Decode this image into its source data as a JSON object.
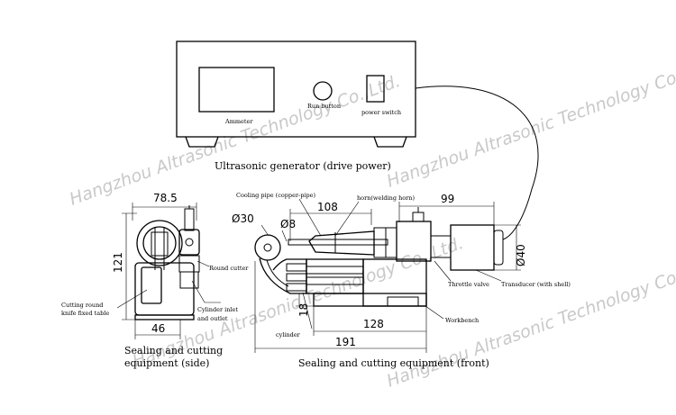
{
  "watermark": "Hangzhou Altrasonic Technology Co.,Ltd.",
  "generator": {
    "ammeter_label": "Ammeter",
    "run_button_label": "Run button",
    "power_switch_label": "power switch",
    "caption": "Ultrasonic generator (drive power)"
  },
  "side_view": {
    "dim_width": "78.5",
    "dim_height": "121",
    "dim_base": "46",
    "round_cutter_label": "Round cutter",
    "cutting_table_label_1": "Cutting round",
    "cutting_table_label_2": "knife fixed table",
    "cylinder_label_1": "Cylinder inlet",
    "cylinder_label_2": "and outlet",
    "caption_1": "Sealing and cutting",
    "caption_2": "equipment (side)"
  },
  "front_view": {
    "cooling_pipe_label": "Cooling pipe (copper-pipe)",
    "horn_label": "horn(welding horn)",
    "dim_30": "Ø30",
    "dim_8": "Ø8",
    "dim_108": "108",
    "dim_99": "99",
    "dim_40": "Ø40",
    "dim_18": "18",
    "dim_128": "128",
    "dim_191": "191",
    "throttle_label": "Throttle valve",
    "transducer_label": "Transducer (with shell)",
    "workbench_label": "Workbench",
    "cylinder_label": "cylinder",
    "caption": "Sealing and cutting equipment (front)"
  }
}
